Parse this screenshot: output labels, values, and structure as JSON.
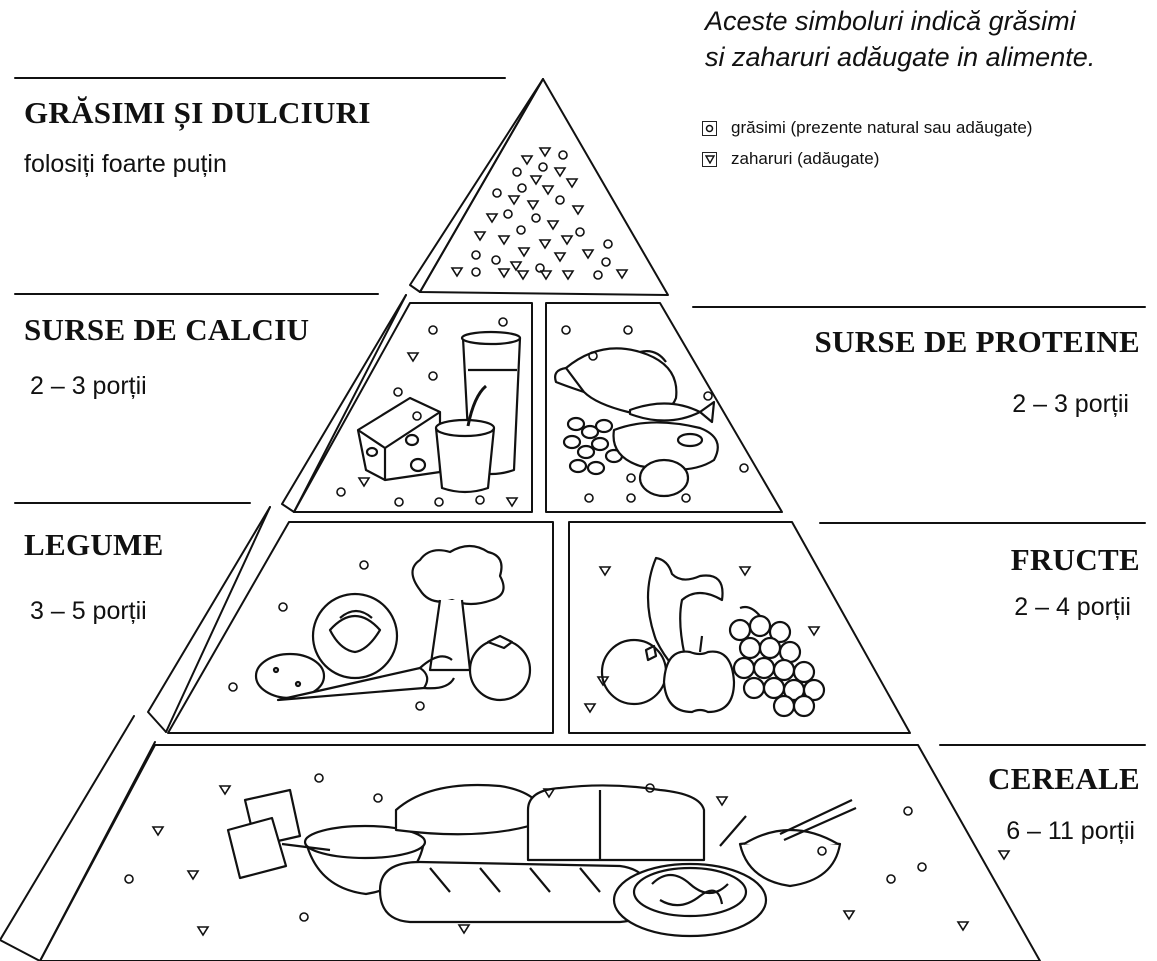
{
  "note": {
    "line1": "Aceste simboluri indică grăsimi",
    "line2": "si zaharuri adăugate in alimente."
  },
  "legend": {
    "fats": {
      "icon": "circle-icon",
      "label": "grăsimi (prezente natural sau adăugate)"
    },
    "sugars": {
      "icon": "triangle-icon",
      "label": "zaharuri (adăugate)"
    }
  },
  "groups": {
    "fats_sweets": {
      "title": "GRĂSIMI ȘI DULCIURI",
      "servings": "folosiți foarte puțin"
    },
    "calcium": {
      "title": "SURSE DE CALCIU",
      "servings": "2 – 3 porții"
    },
    "protein": {
      "title": "SURSE DE PROTEINE",
      "servings": "2 – 3 porții"
    },
    "vegetables": {
      "title": "LEGUME",
      "servings": "3 – 5 porții"
    },
    "fruits": {
      "title": "FRUCTE",
      "servings": "2 – 4 porții"
    },
    "cereals": {
      "title": "CEREALE",
      "servings": "6 – 11 porții"
    }
  },
  "colors": {
    "ink": "#111111",
    "paper": "#ffffff"
  }
}
